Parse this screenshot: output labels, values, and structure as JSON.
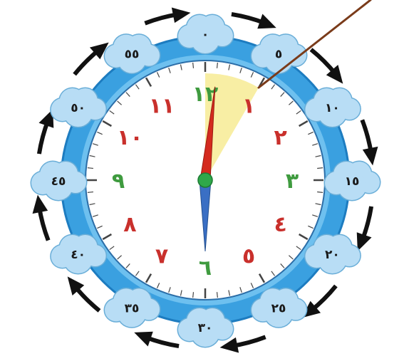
{
  "clock": {
    "hours": [
      {
        "text": "١٢",
        "color": "#3f9b3f"
      },
      {
        "text": "١",
        "color": "#c9302c"
      },
      {
        "text": "٢",
        "color": "#c9302c"
      },
      {
        "text": "٣",
        "color": "#3f9b3f"
      },
      {
        "text": "٤",
        "color": "#c9302c"
      },
      {
        "text": "٥",
        "color": "#c9302c"
      },
      {
        "text": "٦",
        "color": "#3f9b3f"
      },
      {
        "text": "٧",
        "color": "#c9302c"
      },
      {
        "text": "٨",
        "color": "#c9302c"
      },
      {
        "text": "٩",
        "color": "#3f9b3f"
      },
      {
        "text": "١٠",
        "color": "#c9302c"
      },
      {
        "text": "١١",
        "color": "#c9302c"
      }
    ],
    "minute_clouds": [
      "٠",
      "٥",
      "١٠",
      "١٥",
      "٢٠",
      "٢٥",
      "٣٠",
      "٣٥",
      "٤٠",
      "٤٥",
      "٥٠",
      "٥٥"
    ],
    "hour_hand_hour": 6,
    "minute_hand_minute": 1,
    "highlight_sector_minutes": [
      0,
      5
    ],
    "pointer_target_minute": 5,
    "colors": {
      "ring": "#3aa0e0",
      "face": "#ffffff",
      "cloud": "#b8ddf5",
      "cloud_edge": "#6aaed8",
      "sector": "#f7ec9a",
      "minute_hand": "#d42a1e",
      "hour_hand": "#3a6fc4",
      "center": "#2fa84a",
      "pointer": "#7a3b1a",
      "arrow": "#111111"
    },
    "icons": [
      "clockwise-arrow-icon",
      "pointer-stick-icon"
    ]
  }
}
